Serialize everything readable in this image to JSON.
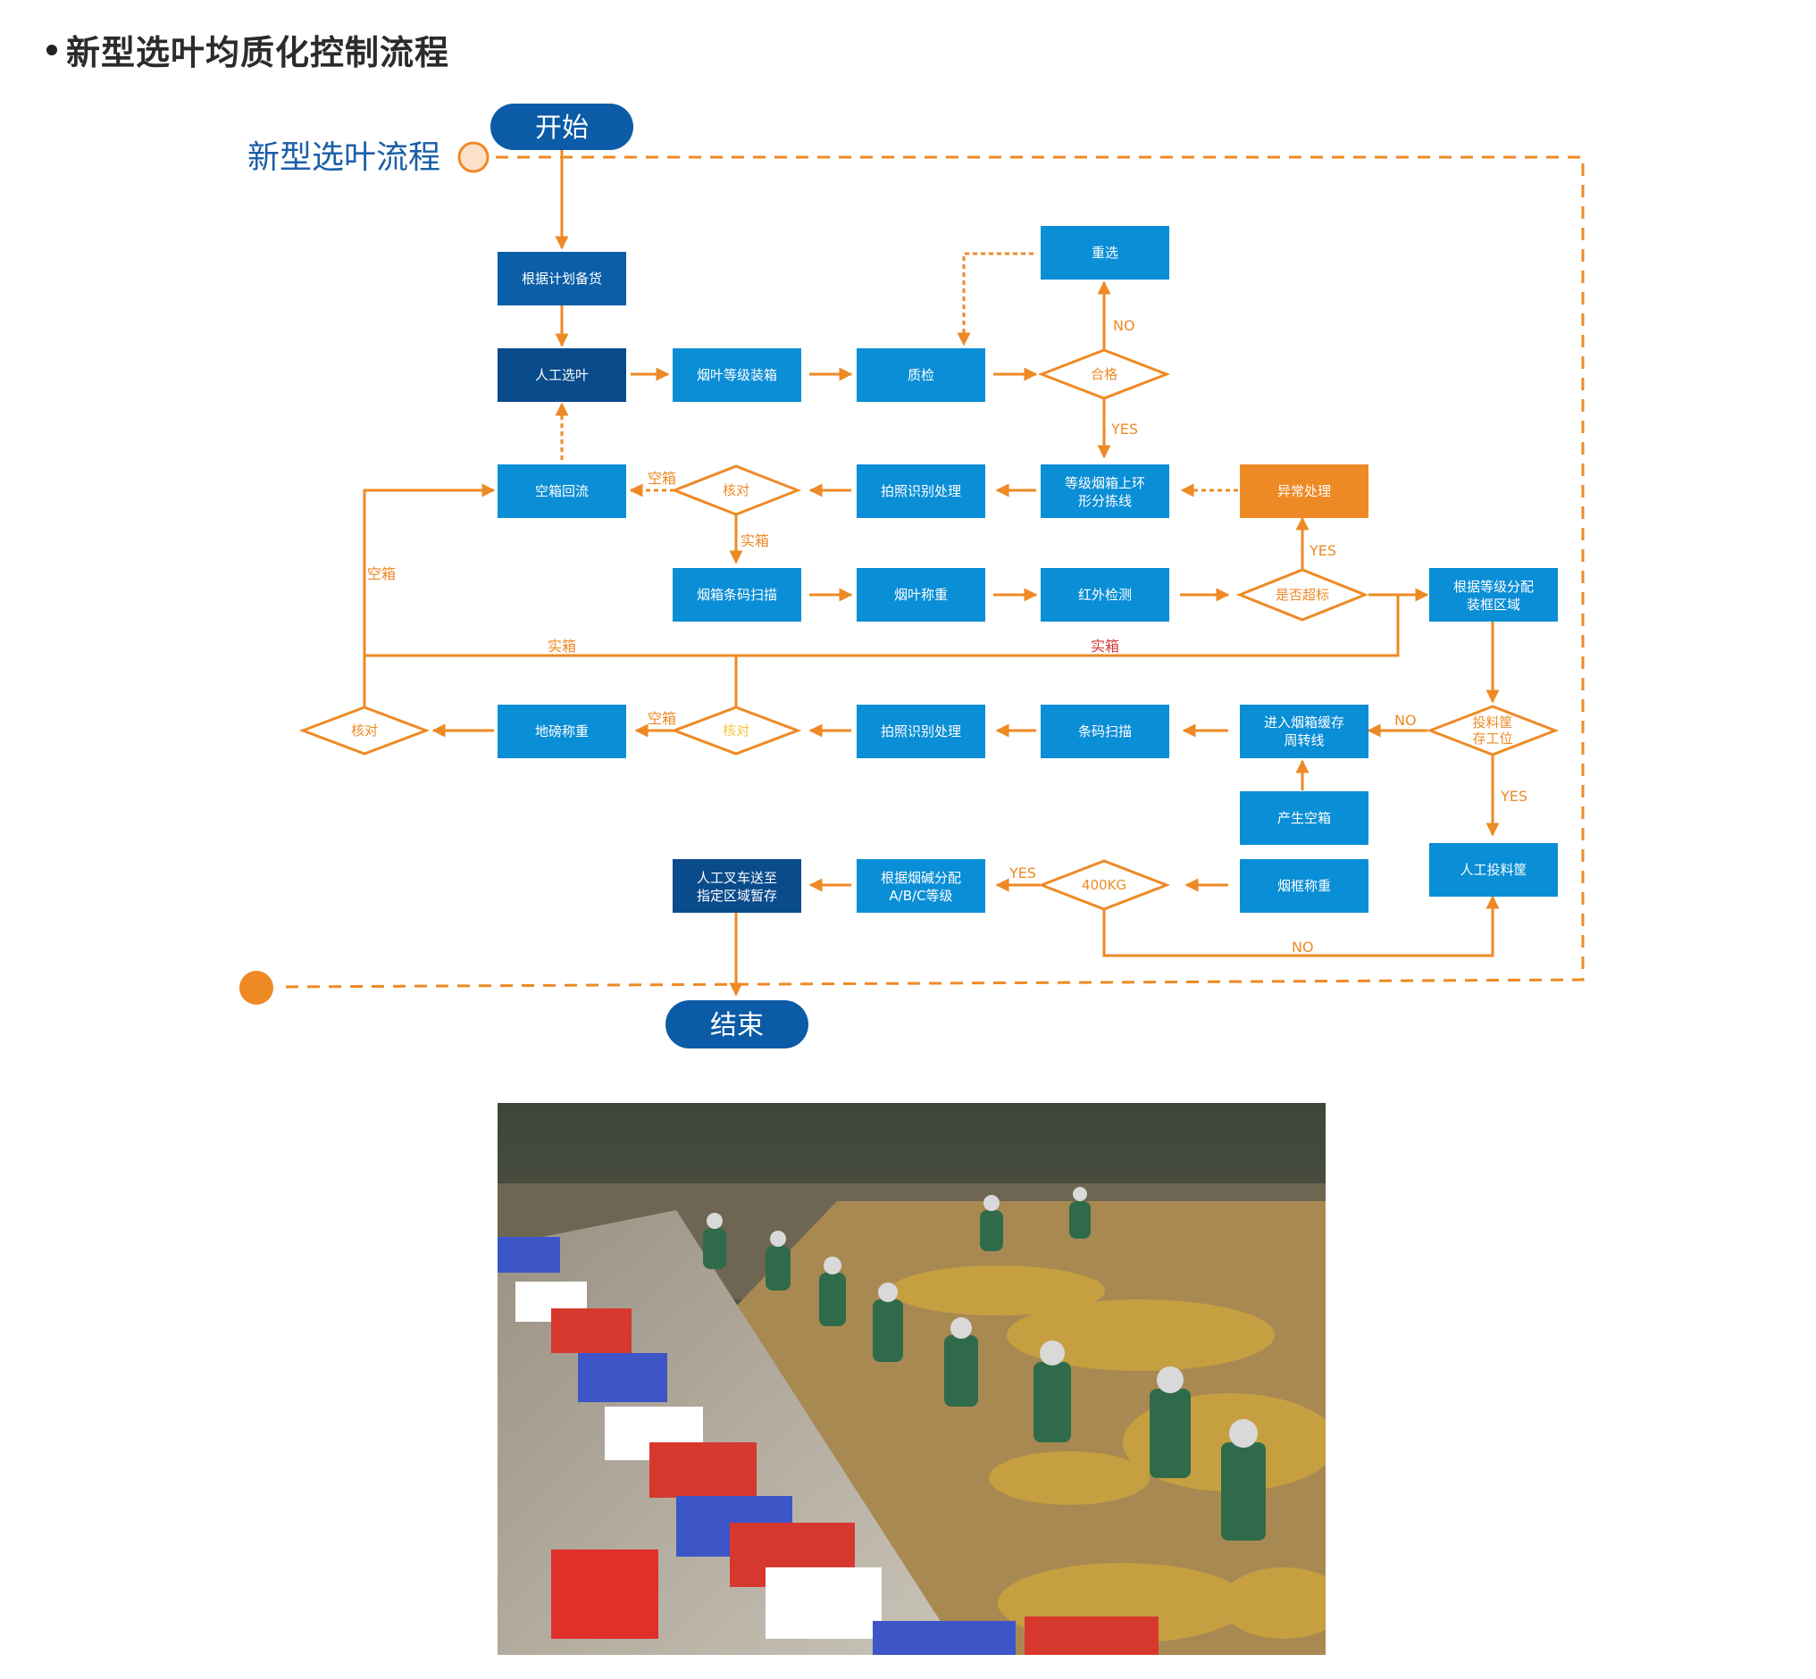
{
  "heading": {
    "title": "新型选叶均质化控制流程"
  },
  "flow": {
    "side_label": "新型选叶流程",
    "start": "开始",
    "end": "结束",
    "nodes": {
      "beihuo": "根据计划备货",
      "xuanye": "人工选叶",
      "zhuangxiang": "烟叶等级装箱",
      "zhijian": "质检",
      "hege": "合格",
      "chongxuan": "重选",
      "kongxiang_huiliu": "空箱回流",
      "hedui1": "核对",
      "paizhao1": "拍照识别处理",
      "shangxian": [
        "等级烟箱上环",
        "形分拣线"
      ],
      "yichang": "异常处理",
      "tiaoma_saomiao": "烟箱条码扫描",
      "chengzhong": "烟叶称重",
      "hongwai": "红外检测",
      "chaobiao": "是否超标",
      "fenpei": [
        "根据等级分配",
        "装框区域"
      ],
      "hedui3": "核对",
      "dibang": "地磅称重",
      "hedui2": "核对",
      "paizhao2": "拍照识别处理",
      "tiaoma2": "条码扫描",
      "huancun": [
        "进入烟箱缓存",
        "周转线"
      ],
      "toukuang_gongwei": [
        "投料筐",
        "存工位"
      ],
      "kongxiang": "产生空箱",
      "kuangchengzhong": "烟框称重",
      "toukuang": "人工投料筐",
      "weight": "400KG",
      "abc": [
        "根据烟碱分配",
        "A/B/C等级"
      ],
      "chache": [
        "人工叉车送至",
        "指定区域暂存"
      ]
    },
    "labels": {
      "no1": "NO",
      "yes1": "YES",
      "kongxiang1": "空箱",
      "shixiang1": "实箱",
      "yes2": "YES",
      "kongxiang_left": "空箱",
      "shixiang_left": "实箱",
      "shixiang_right": "实箱",
      "kongxiang2": "空箱",
      "no2": "NO",
      "yes3": "YES",
      "yes4": "YES",
      "no3": "NO"
    },
    "colors": {
      "blue": "#0A8ED6",
      "dark_blue": "#0B5EA8",
      "navy": "#0A4B8C",
      "orange": "#EE8A25",
      "pill": "#0B5BA6"
    }
  },
  "photo": {
    "icon": "tobacco-leaf-sorting-workshop-photo"
  }
}
